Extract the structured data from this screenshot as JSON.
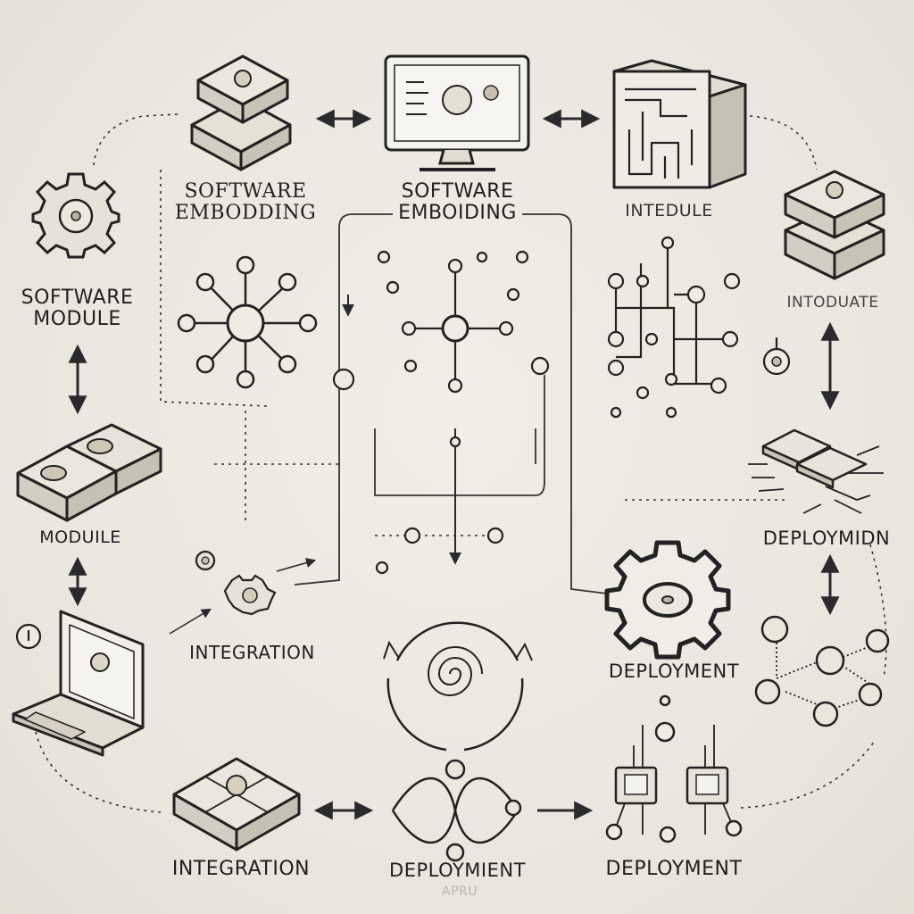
{
  "labels": {
    "software_module": {
      "line1": "SOFTWARE",
      "line2": "MODULE"
    },
    "software_embodding_left": {
      "line1": "SOFTWARE",
      "line2": "EMBODDING"
    },
    "software_embodding_center": {
      "line1": "SOFTWARE",
      "line2": "EMBOIDING"
    },
    "intedule": "INTEDULE",
    "intoduate": "INTODUATE",
    "moduile": "MODUILE",
    "deploymidn": "DEPLOYMIDN",
    "integration_mid": "INTEGRATION",
    "deployment_mid": "DEPLOYMENT",
    "integration_bottom": "INTEGRATION",
    "deployment_bottom_center": "DEPLOYMIENT",
    "deployment_bottom_right": "DEPLOYMENT",
    "faded_caption": "APRU"
  },
  "colors": {
    "background": "#ebe8e0",
    "ink": "#1f1f1f",
    "box_top": "#e4e0d6",
    "box_side": "#cfcabf",
    "accent": "#b5ad9c"
  },
  "icons": [
    "gear-icon",
    "stacked-blocks-icon",
    "monitor-icon",
    "server-maze-icon",
    "stacked-boxes-icon",
    "modules-icon",
    "laptop-icon",
    "hub-network-icon",
    "tree-network-icon",
    "circuit-chips-icon",
    "cycle-spiral-icon",
    "wave-icon",
    "chip-pair-icon",
    "node-cluster-icon"
  ]
}
